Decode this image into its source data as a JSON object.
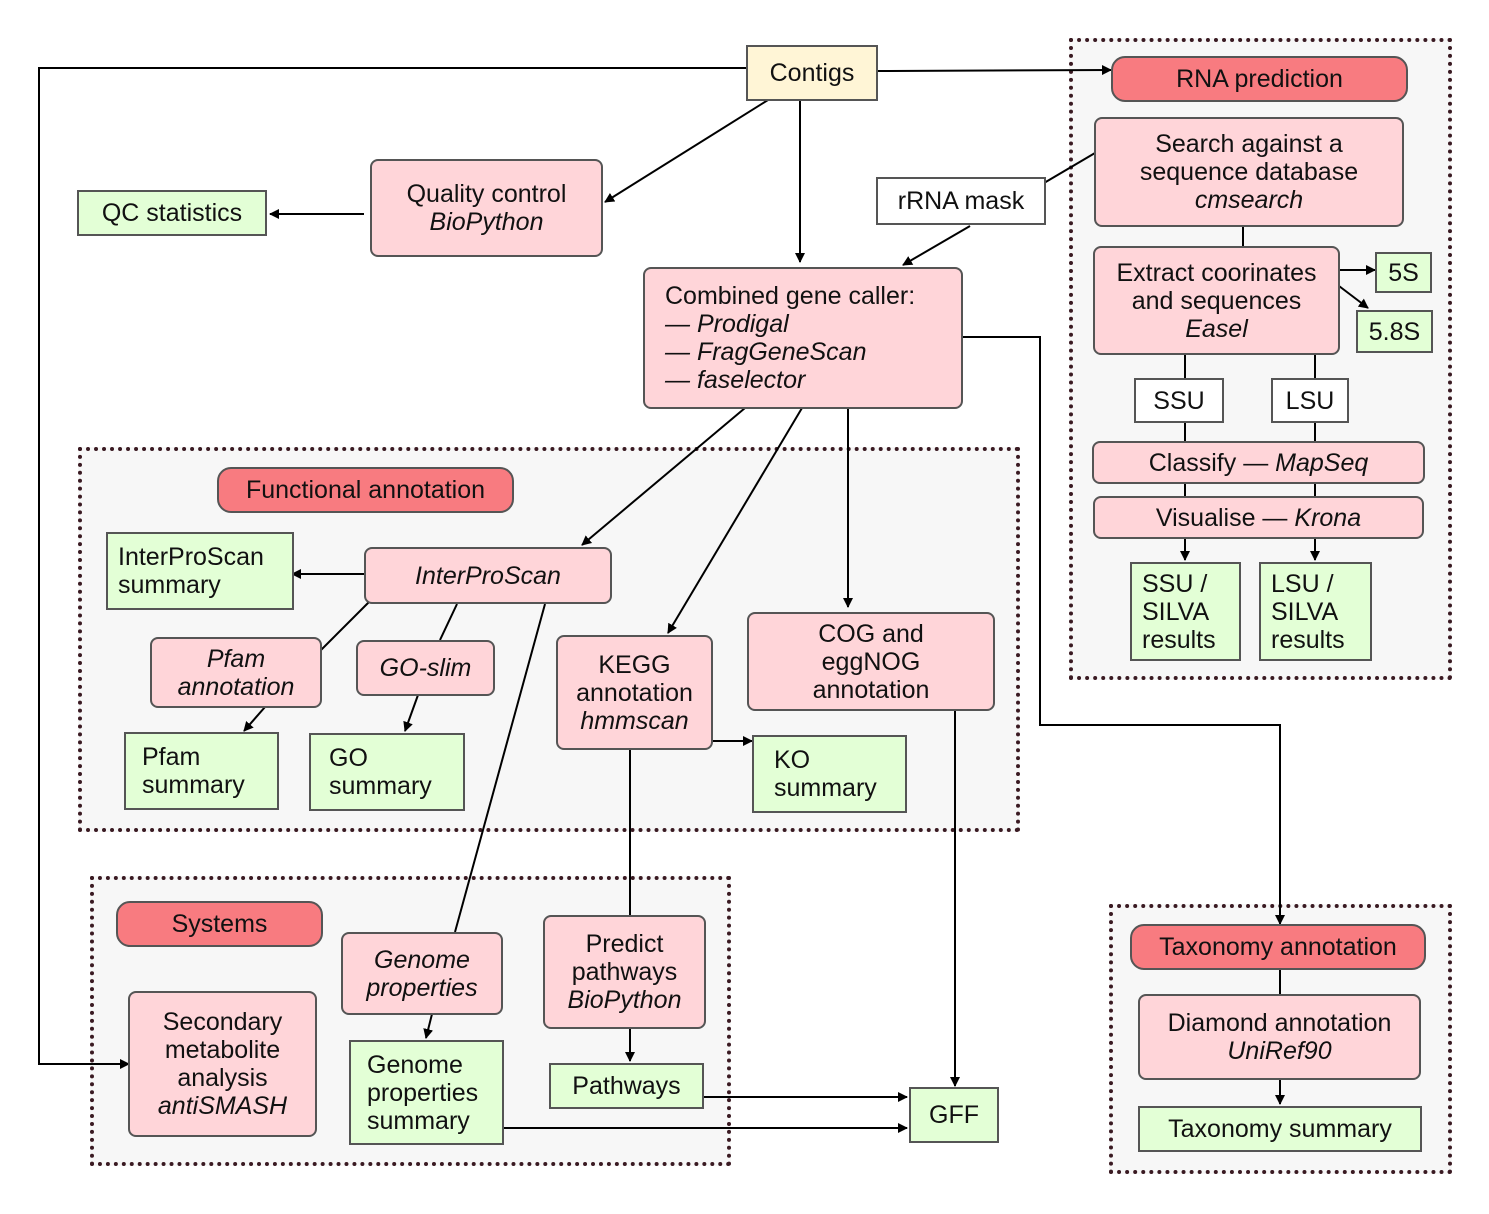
{
  "groups": {
    "rna": {
      "title": "RNA prediction"
    },
    "functional": {
      "title": "Functional annotation"
    },
    "systems": {
      "title": "Systems"
    },
    "taxonomy": {
      "title": "Taxonomy annotation"
    }
  },
  "nodes": {
    "contigs": "Contigs",
    "qc_statistics": "QC statistics",
    "quality_control": {
      "line1": "Quality control",
      "tool": "BioPython"
    },
    "rrna_mask": "rRNA mask",
    "gene_caller": {
      "line1": "Combined gene caller:",
      "tool1": "— Prodigal",
      "tool2": "— FragGeneScan",
      "tool3": "— faselector"
    },
    "cmsearch": {
      "line1": "Search against a",
      "line2": "sequence database",
      "tool": "cmsearch"
    },
    "easel": {
      "line1": "Extract coorinates",
      "line2": "and sequences",
      "tool": "Easel"
    },
    "r5s": "5S",
    "r58s": "5.8S",
    "ssu": "SSU",
    "lsu": "LSU",
    "classify": {
      "prefix": "Classify — ",
      "tool": "MapSeq"
    },
    "visualise": {
      "prefix": "Visualise — ",
      "tool": "Krona"
    },
    "ssu_results": {
      "line1": "SSU /",
      "line2": "SILVA",
      "line3": "results"
    },
    "lsu_results": {
      "line1": "LSU /",
      "line2": "SILVA",
      "line3": "results"
    },
    "interproscan_summary": {
      "line1": "InterProScan",
      "line2": "summary"
    },
    "interproscan": "InterProScan",
    "pfam_annotation": {
      "line1": "Pfam",
      "line2": "annotation"
    },
    "go_slim": "GO-slim",
    "kegg": {
      "line1": "KEGG",
      "line2": "annotation",
      "tool": "hmmscan"
    },
    "cog": {
      "line1": "COG and",
      "line2": "eggNOG",
      "line3": "annotation"
    },
    "pfam_summary": {
      "line1": "Pfam",
      "line2": "summary"
    },
    "go_summary": {
      "line1": "GO",
      "line2": "summary"
    },
    "ko_summary": {
      "line1": "KO",
      "line2": "summary"
    },
    "secondary_metabolite": {
      "line1": "Secondary",
      "line2": "metabolite",
      "line3": "analysis",
      "tool": "antiSMASH"
    },
    "genome_properties": {
      "line1": "Genome",
      "line2": "properties"
    },
    "genome_properties_summary": {
      "line1": "Genome",
      "line2": "properties",
      "line3": "summary"
    },
    "predict_pathways": {
      "line1": "Predict",
      "line2": "pathways",
      "tool": "BioPython"
    },
    "pathways": "Pathways",
    "gff": "GFF",
    "diamond": {
      "line1": "Diamond annotation",
      "tool": "UniRef90"
    },
    "taxonomy_summary": "Taxonomy summary"
  },
  "colors": {
    "process_fill": "#ffd5d9",
    "output_fill": "#e3ffd6",
    "input_fill": "#fff5d6",
    "group_title_fill": "#f87b80",
    "group_border": "#3a1a22"
  }
}
